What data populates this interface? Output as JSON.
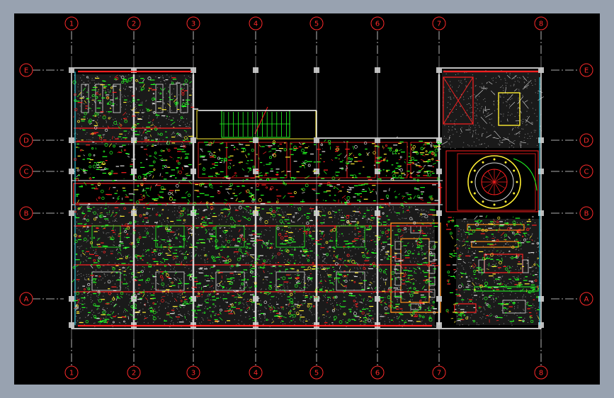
{
  "drawing": {
    "type": "CAD floor plan",
    "background_color": "#000000",
    "frame_color": "#98a2b0",
    "colors": {
      "axis_bubble": "#ff2a2a",
      "grid_line": "#e6e6e6",
      "wall": "#ffffff",
      "red_layer": "#ff2020",
      "green_layer": "#22ff22",
      "yellow_layer": "#ffee33",
      "orange_layer": "#ff8c1a",
      "cyan_layer": "#33e6ff",
      "gray_layer": "#8a8a8a"
    }
  },
  "grid_axes": {
    "vertical": [
      "1",
      "2",
      "3",
      "4",
      "5",
      "6",
      "7",
      "8"
    ],
    "horizontal": [
      "E",
      "D",
      "C",
      "B",
      "A"
    ]
  }
}
